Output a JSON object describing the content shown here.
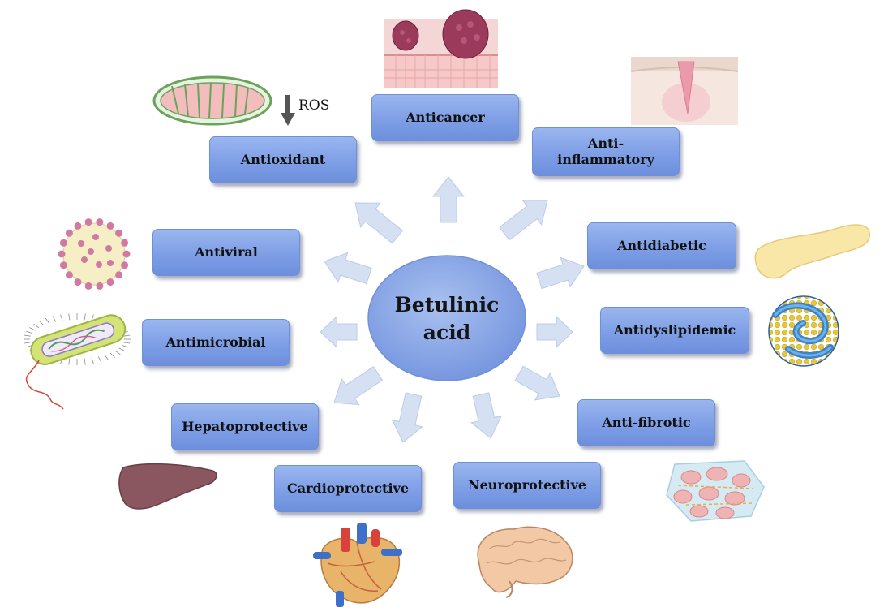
{
  "center": {
    "line1": "Betulinic",
    "line2": "acid"
  },
  "activities": {
    "anticancer": "Anticancer",
    "antioxidant": "Antioxidant",
    "anti_inflammatory_line1": "Anti-",
    "anti_inflammatory_line2": "inflammatory",
    "antiviral": "Antiviral",
    "antidiabetic": "Antidiabetic",
    "antimicrobial": "Antimicrobial",
    "antidyslipidemic": "Antidyslipidemic",
    "hepatoprotective": "Hepatoprotective",
    "anti_fibrotic": "Anti-fibrotic",
    "cardioprotective": "Cardioprotective",
    "neuroprotective": "Neuroprotective"
  },
  "annotation": {
    "ros": "ROS"
  },
  "colors": {
    "box_fill": "#7e9ee6",
    "center_fill": "#8aaae8",
    "arrow_fill": "#d6e0f3",
    "arrow_stroke": "#bccbe8"
  },
  "icons": [
    "mitochondrion-icon",
    "colon-tumor-icon",
    "inflamed-skin-icon",
    "virus-icon",
    "pancreas-icon",
    "bacterium-icon",
    "lipoprotein-icon",
    "liver-icon",
    "fibrotic-tissue-icon",
    "heart-icon",
    "brain-icon"
  ]
}
